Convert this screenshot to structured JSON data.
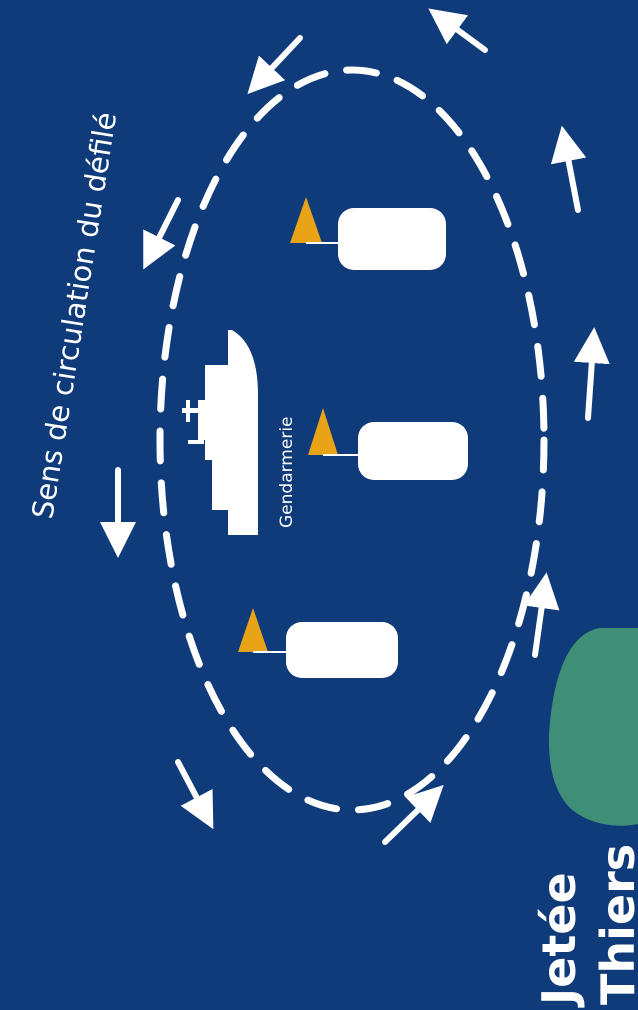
{
  "map": {
    "direction_label": "Sens de circulation du défilé",
    "ship_label": "Gendarmerie",
    "jetty_line1": "Jetée",
    "jetty_line2": "Thiers"
  },
  "colors": {
    "water": "#0f3b7a",
    "route": "#ffffff",
    "buoy": "#e8a317",
    "jetty": "#3f8f78"
  }
}
